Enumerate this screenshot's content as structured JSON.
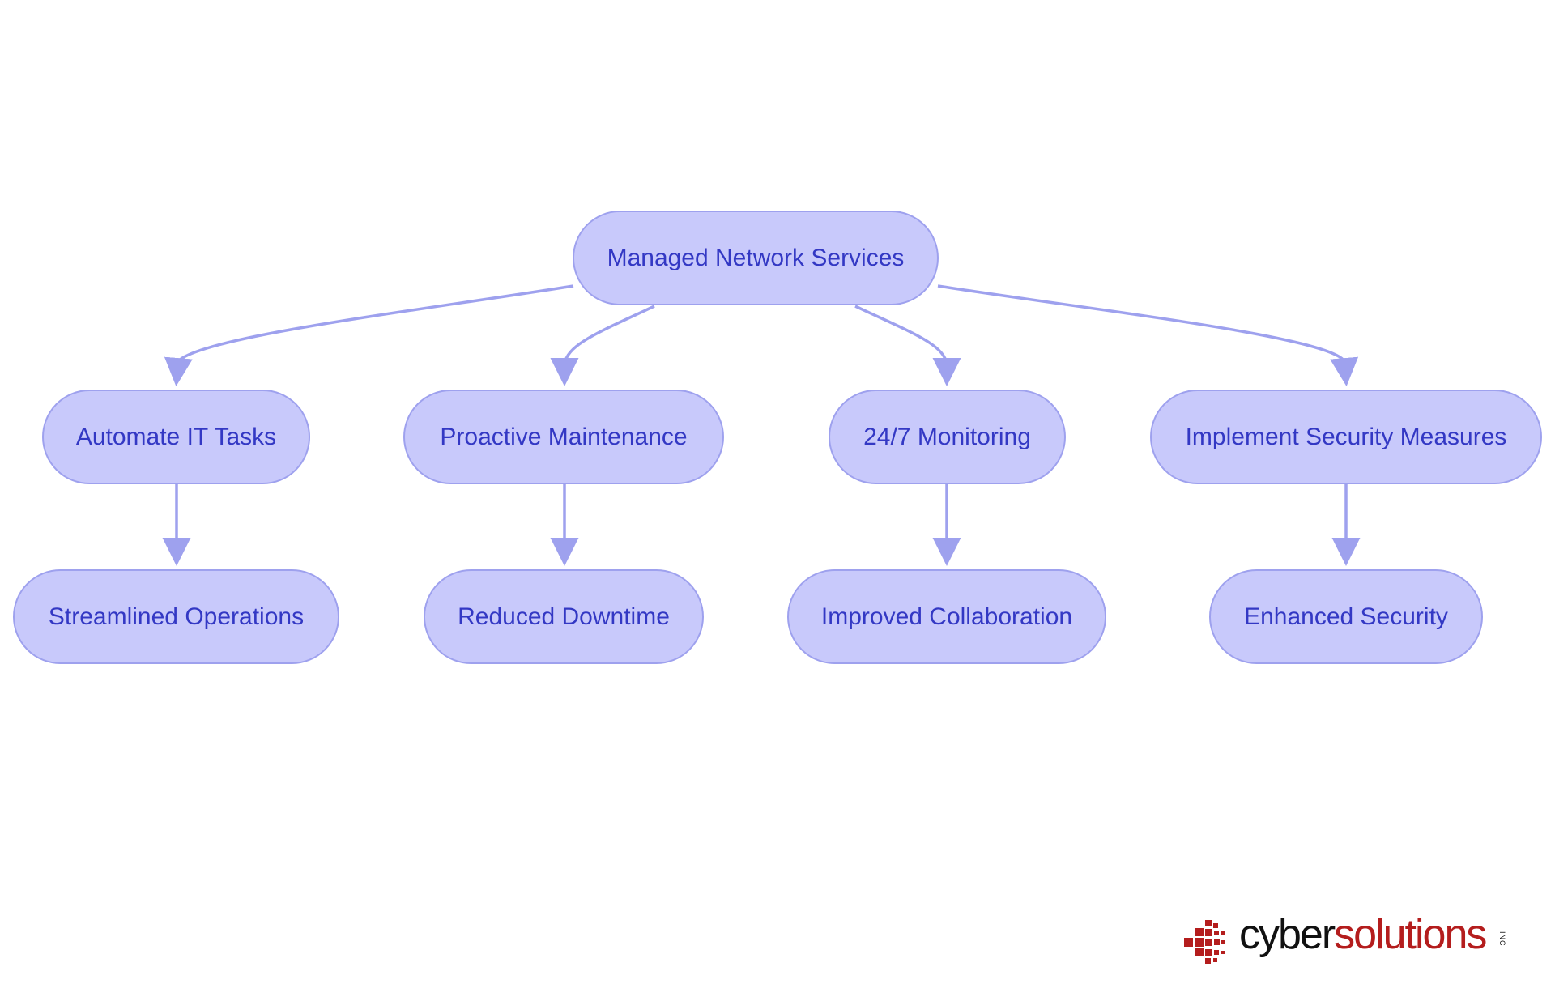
{
  "diagram": {
    "root": {
      "label": "Managed Network Services"
    },
    "branches": [
      {
        "label": "Automate IT Tasks",
        "outcome": "Streamlined Operations"
      },
      {
        "label": "Proactive Maintenance",
        "outcome": "Reduced Downtime"
      },
      {
        "label": "24/7 Monitoring",
        "outcome": "Improved Collaboration"
      },
      {
        "label": "Implement Security Measures",
        "outcome": "Enhanced Security"
      }
    ],
    "colors": {
      "node_fill": "#c8c9fb",
      "node_border": "#9ea1ee",
      "node_text": "#3338c4",
      "edge": "#9ea1ee"
    }
  },
  "logo": {
    "brand_part1": "cyber",
    "brand_part2": "solutions",
    "suffix": "INC",
    "colors": {
      "part1": "#111111",
      "part2": "#b41d1d"
    }
  }
}
